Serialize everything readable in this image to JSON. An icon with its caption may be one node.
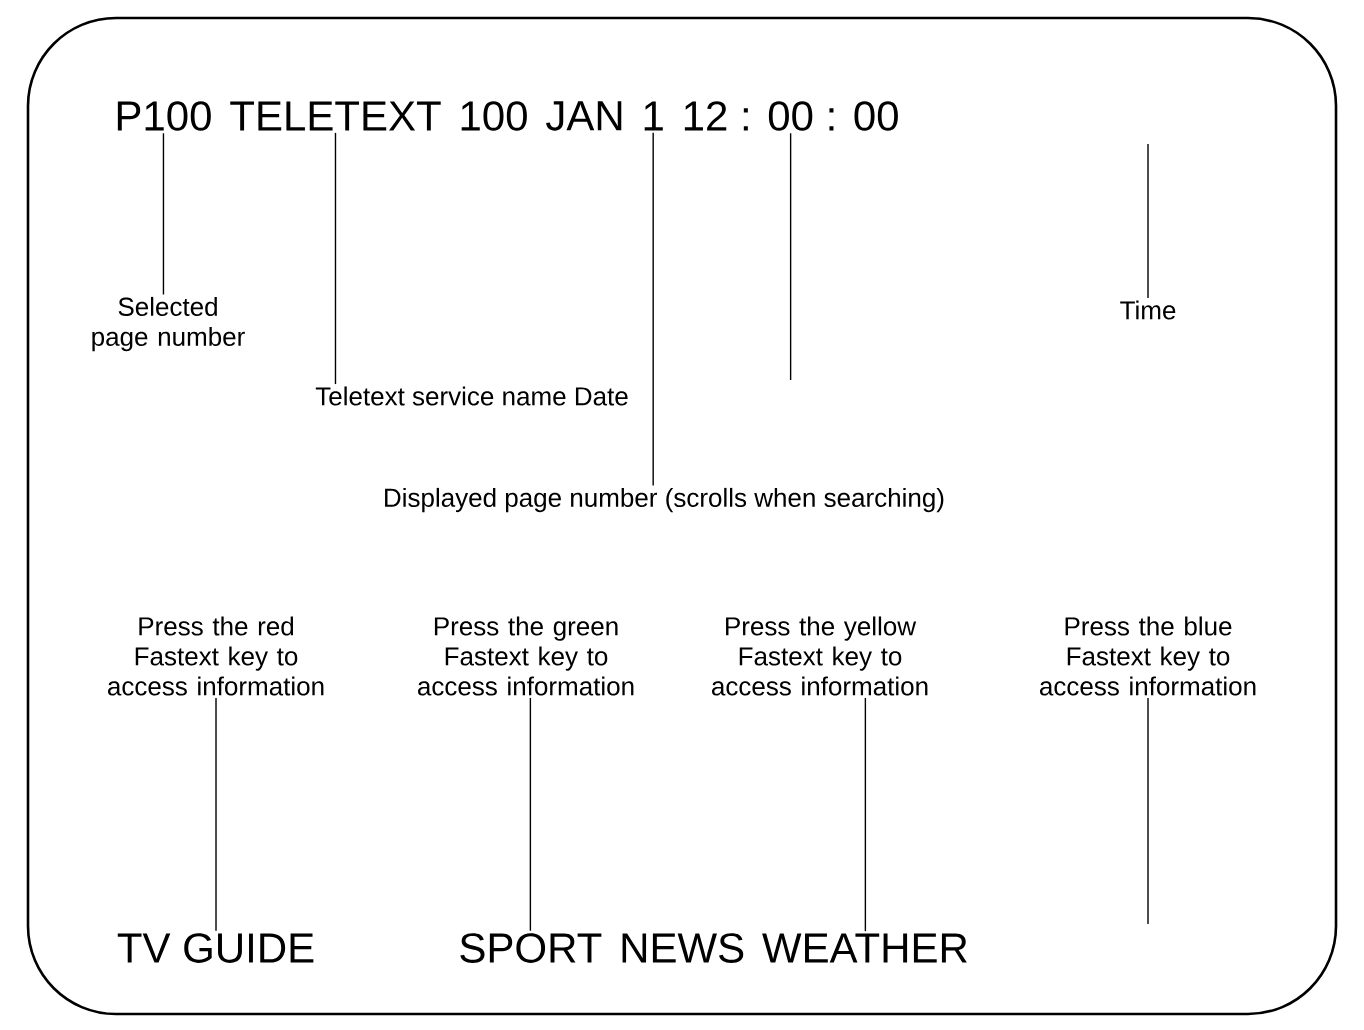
{
  "diagram": {
    "nodes": [
      {
        "text": [
          "P100"
        ]
      },
      {
        "text": [
          "TELETEXT"
        ]
      },
      {
        "text": [
          "100"
        ]
      },
      {
        "text": [
          "JAN"
        ]
      },
      {
        "text": [
          "1"
        ]
      },
      {
        "text": [
          "12 : 00 : 00"
        ]
      },
      {
        "text": [
          "Selected page number"
        ]
      },
      {
        "text": [
          "Teletext service name Date"
        ]
      },
      {
        "text": [
          "Displayed page number (scrolls when searching)"
        ]
      },
      {
        "text": [
          "Time"
        ]
      },
      {
        "text": [
          "Press the red Fastext key to access information"
        ]
      },
      {
        "text": [
          "Press the green Fastext key to access information"
        ]
      },
      {
        "text": [
          "Press the yellow Fastext key to access information"
        ]
      },
      {
        "text": [
          "Press the blue Fastext key to access information"
        ]
      },
      {
        "text": [
          "TV GUIDE"
        ]
      },
      {
        "text": [
          "SPORT"
        ]
      },
      {
        "text": [
          "NEWS"
        ]
      },
      {
        "text": [
          "WEATHER"
        ]
      }
    ],
    "edges": [
      {
        "from": 6,
        "to": 0,
        "arrow": "none"
      },
      {
        "from": 7,
        "to": 1,
        "arrow": "none"
      },
      {
        "from": 8,
        "to": 4,
        "arrow": "none"
      },
      {
        "from": 5,
        "to": null,
        "arrow": "none"
      },
      {
        "from": 9,
        "to": null,
        "arrow": "none"
      },
      {
        "from": 10,
        "to": 14,
        "arrow": "none"
      },
      {
        "from": 11,
        "to": 15,
        "arrow": "none"
      },
      {
        "from": 12,
        "to": 17,
        "arrow": "none"
      },
      {
        "from": 13,
        "to": null,
        "arrow": "none"
      }
    ]
  }
}
